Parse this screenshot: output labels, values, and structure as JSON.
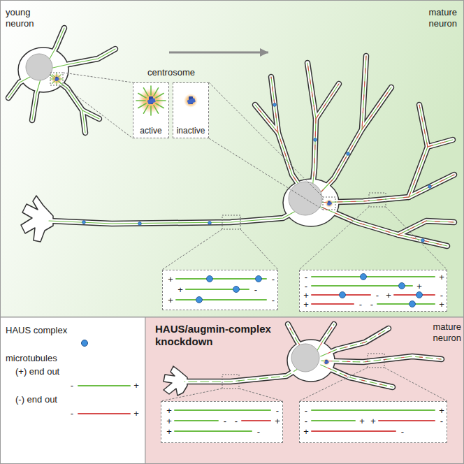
{
  "diagram": {
    "nodes": [
      {
        "text": [
          "young neuron"
        ]
      },
      {
        "text": [
          "mature neuron"
        ]
      },
      {
        "text": [
          "active"
        ]
      },
      {
        "text": [
          "inactive"
        ]
      },
      {
        "text": [
          "+",
          "-",
          "+",
          "-",
          "+",
          "-"
        ]
      },
      {
        "text": [
          "-",
          "+",
          "-",
          "+",
          "+",
          "-",
          "+",
          "-",
          "+",
          "-",
          "-",
          "+"
        ]
      },
      {
        "text": [
          "HAUS/augmin-complex knockdown",
          "mature neuron"
        ]
      },
      {
        "text": [
          "+",
          "-",
          "+",
          "-",
          "-",
          "+",
          "+",
          "-"
        ],
        "in": 6
      },
      {
        "text": [
          "-",
          "+",
          "-",
          "+",
          "+",
          "-",
          "+",
          "-"
        ],
        "in": 6
      }
    ],
    "edges": [
      {
        "from": 0,
        "to": 1,
        "arrow": "to"
      }
    ],
    "labels": [
      "centrosome",
      "microtubules",
      "-",
      "+",
      "-",
      "+"
    ],
    "legend": [
      {
        "text": "HAUS complex",
        "color": "#3f8fdc"
      },
      {
        "text": "(+) end out"
      },
      {
        "text": "(-) end out"
      }
    ]
  }
}
